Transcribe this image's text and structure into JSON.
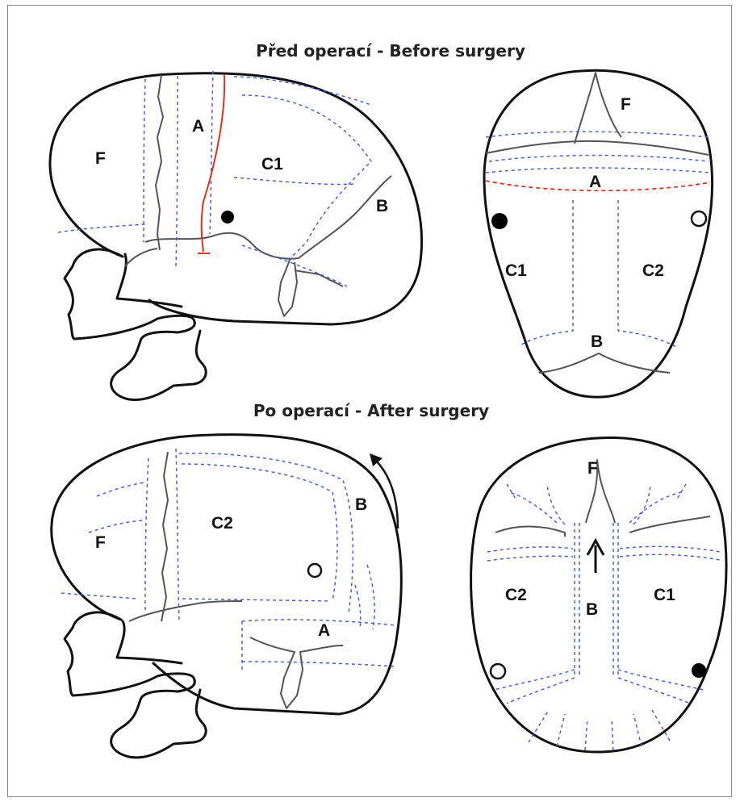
{
  "titles": {
    "before": "Před operací - Before surgery",
    "after": "Po operací - After surgery"
  },
  "labels": {
    "before_lateral": {
      "F": "F",
      "A": "A",
      "C1": "C1",
      "B": "B"
    },
    "before_top": {
      "F": "F",
      "A": "A",
      "C1": "C1",
      "C2": "C2",
      "B": "B"
    },
    "after_lateral": {
      "F": "F",
      "C2": "C2",
      "B": "B",
      "A": "A"
    },
    "after_top": {
      "F": "F",
      "C2": "C2",
      "B": "B",
      "C1": "C1"
    }
  },
  "colors": {
    "dashed_cut": "#4a5fd6",
    "red_cut": "#e0301e",
    "outline": "#111111"
  }
}
